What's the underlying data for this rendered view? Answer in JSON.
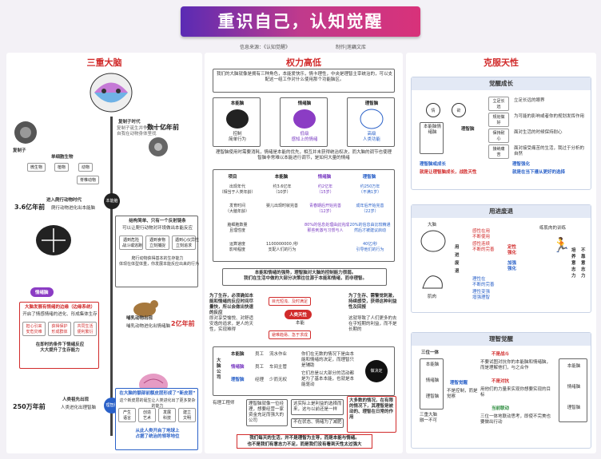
{
  "header": {
    "title": "重识自己，认知觉醒",
    "source": "信息来源：《认知觉醒》",
    "author": "制作|莲藕文库"
  },
  "col1": {
    "title": "三重大脑",
    "era1": "数十亿年前",
    "era2": "3.6亿年前",
    "era3": "2亿年前",
    "era4": "250万年前",
    "fuyouzi": "复制子",
    "fuyouzi_time": "复制子时代",
    "fuyouzi_desc": "复制子诞生并争夺物，并逐自我在动物身体里找",
    "single_cell": "单细胞生物",
    "micro": [
      "微生物",
      "植物",
      "动物"
    ],
    "spine": "脊椎动物",
    "reptile_title": "进入爬行动物时代",
    "reptile_desc": "爬行动物进化出本能脑",
    "instinct_badge": "本能脑",
    "instinct_box": "结构简单、只有一个反射链条",
    "instinct_sub": "可以让爬行动物对环境做出本能反应",
    "instinct_cells": [
      "遇到危险\n战斗或逃跑",
      "遇到食物\n立刻捕捉",
      "遇到心仪异性\n立刻追求"
    ],
    "instinct_foot": "爬行动物获得基本的生存能力\n体现在体型体重，你发展本能反应出来的行为",
    "mammal_title": "哺乳动物出现",
    "mammal_desc": "哺乳动物进化出情绪脑",
    "emotion_badge": "情绪脑",
    "emotion_box": "大脑发展有情绪的边缘（边缘系统）",
    "emotion_sub": "开启了情感情绪的进化、形成集体生存",
    "emotion_cells": [
      "担心引来\n安危灾难",
      "获得保护\n形成群体",
      "共同生活\n便利繁衍"
    ],
    "emotion_foot": "在即时的条件下情绪反应\n大大提升了生存能力",
    "human_title": "人类祖先出现",
    "human_desc": "人类进化出理智脑",
    "reason_badge": "理智脑",
    "reason_box": "在大脑的额部前额皮层形成了“新皮层”",
    "reason_sub": "这个新皮层的诞生让人类进化出了更多复杂的能力",
    "reason_cells": [
      "产生\n语言",
      "创造\n艺术",
      "发展\n科技",
      "建立\n文明"
    ],
    "reason_foot": "从此人类开启了地球上\n占据了统治的领导地位"
  },
  "col2": {
    "title": "权力高低",
    "intro": "我们的大脑就像是拥有三种角色，本能爱快乐，情卡理性，中央是理智主宰统治的，可以支配这一组工作对什么使用那个功能脑区。",
    "brains": [
      {
        "name": "本能脑",
        "desc": "控制\n简单行为"
      },
      {
        "name": "情绪脑",
        "desc": "低级\n感知上的情绪"
      },
      {
        "name": "理智脑",
        "desc": "高级\n人类功能"
      }
    ],
    "mid": "理智脑使用时需要消耗，情绪是本能的优先，相互并未获得统治权决，而大脑的调节也使理智脑非常难以本能进行调节，是如何大量的情绪",
    "table_headers": [
      "项目",
      "本能脑",
      "情绪脑",
      "理智脑"
    ],
    "table_rows": [
      [
        "出现年代\n（相当于人类年龄）",
        "约3.6亿年\n（10岁）",
        "约2亿年\n（15岁）",
        "约250万年\n（不满1岁）"
      ],
      [
        "发育时间\n（大脑年龄）",
        "婴儿出现时就完善",
        "青春期后开始完善\n（12岁）",
        "成年后开始完善\n（22岁）"
      ],
      [
        "脑细胞数量\n且理性度",
        "",
        "80%的信息处理由此完成\n那些刺激与习惯与人",
        "20%的信息由比较精通\n然后才被建议启动"
      ],
      [
        "运算速度\n影响程度",
        "1100000000 /秒\n支配人们的行为",
        "",
        "40亿/秒\n引导他们的行为"
      ]
    ],
    "summary": "本能和情绪的强势，理智脑对大脑的控制能力很弱。\n我们在生活中做的大部分决策往往源于本能和情绪，而非理智。",
    "center_badge": "人类天性",
    "center_sub": "本能",
    "left_note": "为了生存，必须确如本能和情绪的反应时间尽量快，所以会做出快速的反应",
    "left_note2": "即对享受愉悦、对舒适安逸的追求，是人的天性，实现难得",
    "mid_chip1": "目光短浅、及时满足",
    "mid_chip2": "避难趋易、急于求成",
    "right_note": "为了生存、需警觉刺激，持续感受，获得这种利益性及回报",
    "right_note2": "这就导致了人们更多的去在乎短期的利益，而不是长期的",
    "compare_title": "大脑公司",
    "compare_rows": [
      [
        "本能脑",
        "员工",
        "流水作业"
      ],
      [
        "情绪脑",
        "员工",
        "车间主管"
      ],
      [
        "理智脑",
        "经理",
        "少而无权"
      ]
    ],
    "compare_right1": "你们在无数的情况下是由本能和情绪的决定，而理智只是辅助",
    "compare_right2": "它们总是以大部分的活动都是为了基本本能，也就是本能驱动",
    "compare_tag": "做决定",
    "boss_label": "有理工程师",
    "boss_q": "理智脑就像一位经理，想要经营一家资金充足而强大的公司",
    "boss_a": "这实际上是利益的选择而来，这与以前还是一样",
    "boss_a2": "不在状态、情绪为了减肥",
    "boss_red": "大多数的情况，在有限的情况下，其理智是被动的、理智在日常的作用",
    "footer": "我们每天的生活，并不是理智为主导，而是本能与情绪。\n也不是我们有意志力不足，而是我们没有看到天性太过强大"
  },
  "col3": {
    "title": "克服天性",
    "growth_title": "觉醒成长",
    "growth_left": [
      "情",
      "欲"
    ],
    "growth_brain_labels": [
      "本能脑情绪脑"
    ],
    "growth_right": "理智脑",
    "growth_steps": [
      {
        "k": "立足长远",
        "v": "立足长远的眼界"
      },
      {
        "k": "规划做好",
        "v": "为可能的影响或者你的规划发挥作用"
      },
      {
        "k": "保持耐心",
        "v": "面对生活的时候保持耐心"
      },
      {
        "k": "接纳痛苦",
        "v": "面对接受痛苦的生活，我过于分析的自然"
      }
    ],
    "growth_foot1": "理智脑或成长",
    "growth_foot2": "就是让理智脑成长，战胜天性",
    "growth_foot3": "理智强化",
    "growth_foot4": "就是在当下遵从更好的选择",
    "use_title": "用进废退",
    "use_brain_label": "大脑",
    "use_muscle_label": "肌肉",
    "use_mid": [
      "用",
      "进",
      "废",
      "退"
    ],
    "use_top": [
      "感性在用\n不断使用",
      "感性连续\n不断的完善"
    ],
    "use_center": [
      "定性\n强化",
      "加强\n强化"
    ],
    "use_bottom": [
      "理性在\n不断的完善",
      "理性变强\n增强理智"
    ],
    "use_right": "练肌肉的训练",
    "use_right_text": [
      "培",
      "养",
      "意",
      "志",
      "力"
    ],
    "use_right_text2": [
      "不",
      "靠",
      "意",
      "志",
      "力"
    ],
    "reason_title": "理智觉醒",
    "reason_left_title": "三位一体",
    "reason_left_cells": [
      "本能脑",
      "情绪脑",
      "理智脑"
    ],
    "reason_left_foot": "三重大脑\n融一不可",
    "reason_mid": "理智觉醒",
    "reason_mid_sub": "不是控制，而是觉察",
    "reason_steps": [
      {
        "k": "不是战斗",
        "v": "不要试图对抗你的本能脑和情绪脑，而是理解他们，与之合作"
      },
      {
        "k": "不是对抗",
        "v": "用他们的力量来实现你想要实现的目标"
      },
      {
        "k": "当前联动",
        "v": "三位一体地联动思考，即使不完美也要做出行动"
      }
    ],
    "reason_right": [
      "本能脑",
      "情绪脑",
      "理智脑"
    ]
  }
}
